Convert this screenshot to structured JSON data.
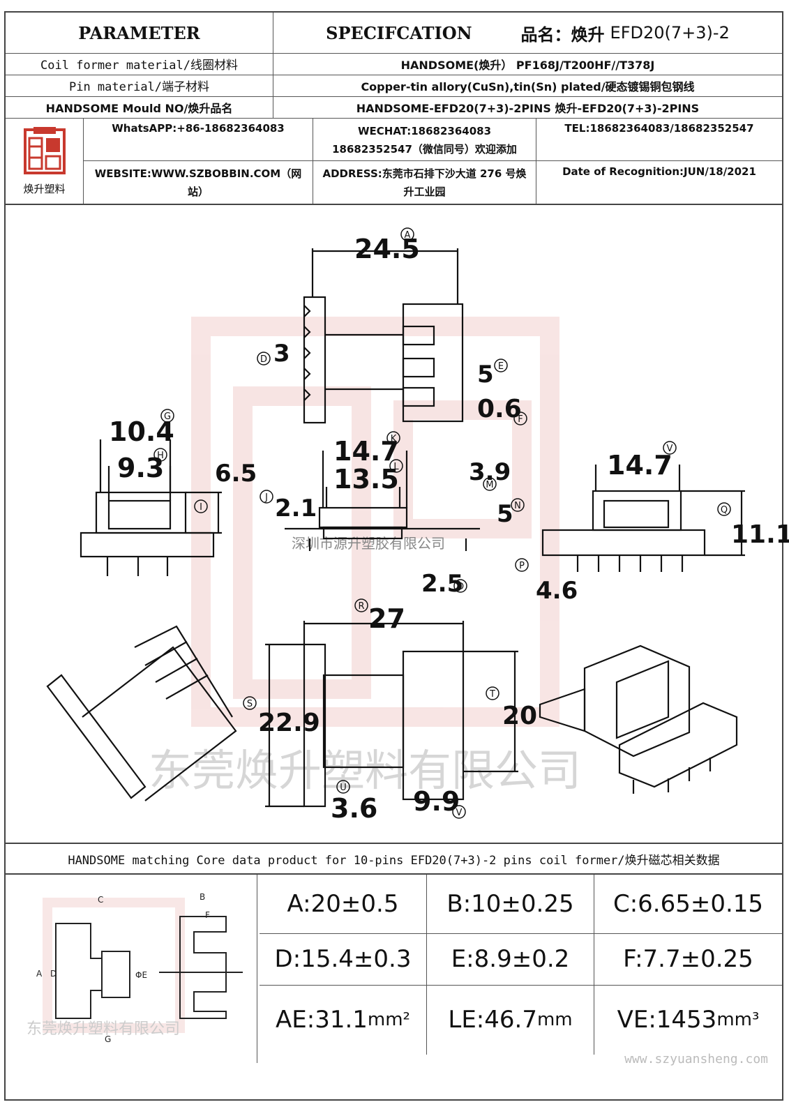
{
  "header": {
    "parameter": "PARAMETER",
    "specification": "SPECIFCATION",
    "product_name_label": "品名：",
    "product_name_brand": "焕升",
    "product_name_model": "EFD20(7+3)-2"
  },
  "spec_rows": [
    {
      "label": "Coil former material/线圈材料",
      "value": "HANDSOME(焕升）  PF168J/T200HF//T378J"
    },
    {
      "label": "Pin material/端子材料",
      "value": "Copper-tin allory(CuSn),tin(Sn) plated/硬态镀锡铜包钢线"
    },
    {
      "label": "HANDSOME Mould NO/焕升品名",
      "value": "HANDSOME-EFD20(7+3)-2PINS    焕升-EFD20(7+3)-2PINS"
    }
  ],
  "company": {
    "logo_caption": "焕升塑料",
    "whatsapp": "WhatsAPP:+86-18682364083",
    "wechat_line1": "WECHAT:18682364083",
    "wechat_line2": "18682352547（微信同号）欢迎添加",
    "tel": "TEL:18682364083/18682352547",
    "website": "WEBSITE:WWW.SZBOBBIN.COM（网站）",
    "address": "ADDRESS:东莞市石排下沙大道 276 号焕升工业园",
    "date": "Date of Recognition:JUN/18/2021"
  },
  "drawing": {
    "watermark_small": "深圳市源升塑胶有限公司",
    "watermark_large": "东莞焕升塑料有限公司",
    "dims": {
      "A": "24.5",
      "D": "3",
      "E": "5",
      "F": "0.6",
      "G": "10.4",
      "H": "9.3",
      "I": "6.5",
      "J": "2.1",
      "K": "14.7",
      "L": "13.5",
      "M": "3.9",
      "N": "5",
      "O": "2.5",
      "P": "4.6",
      "Q": "11.1",
      "V1": "14.7",
      "R": "27",
      "S": "22.9",
      "T": "20",
      "U": "3.6",
      "V2": "9.9"
    },
    "markers": {
      "A": "A",
      "D": "D",
      "E": "E",
      "F": "F",
      "G": "G",
      "H": "H",
      "I": "I",
      "J": "J",
      "K": "K",
      "L": "L",
      "M": "M",
      "N": "N",
      "O": "O",
      "P": "P",
      "Q": "Q",
      "R": "R",
      "S": "S",
      "T": "T",
      "U": "U",
      "V": "V"
    }
  },
  "core": {
    "title": "HANDSOME matching Core data  product for 10-pins EFD20(7+3)-2 pins coil former/焕升磁芯相关数据",
    "diagram_watermark": "东莞焕升塑料有限公司",
    "diagram_labels": {
      "A": "A",
      "B": "B",
      "C": "C",
      "D": "D",
      "E": "ΦE",
      "F": "F",
      "G": "G"
    },
    "values": [
      [
        "A:20±0.5",
        "B:10±0.25",
        "C:6.65±0.15"
      ],
      [
        "D:15.4±0.3",
        "E:8.9±0.2",
        "F:7.7±0.25"
      ]
    ],
    "ae": "AE:31.1",
    "ae_unit": "mm²",
    "le": "LE:46.7",
    "le_unit": "mm",
    "ve": "VE:1453",
    "ve_unit": "mm³",
    "site": "www.szyuansheng.com"
  }
}
